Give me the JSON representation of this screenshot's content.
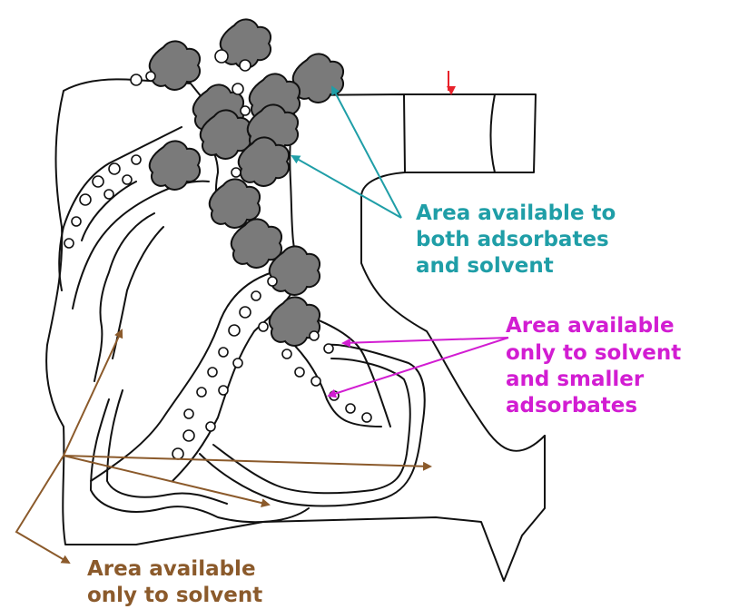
{
  "colors": {
    "teal": "#1f9ea7",
    "magenta": "#d21dd2",
    "brown": "#8b5a2b",
    "red": "#e8212a",
    "line": "#111111"
  },
  "labels": {
    "both": [
      "Area available to",
      "both adsorbates",
      "and solvent"
    ],
    "solvent_smaller": [
      "Area available",
      "only to solvent",
      "and smaller",
      "adsorbates"
    ],
    "solvent_only": [
      "Area available",
      "only to solvent"
    ]
  }
}
